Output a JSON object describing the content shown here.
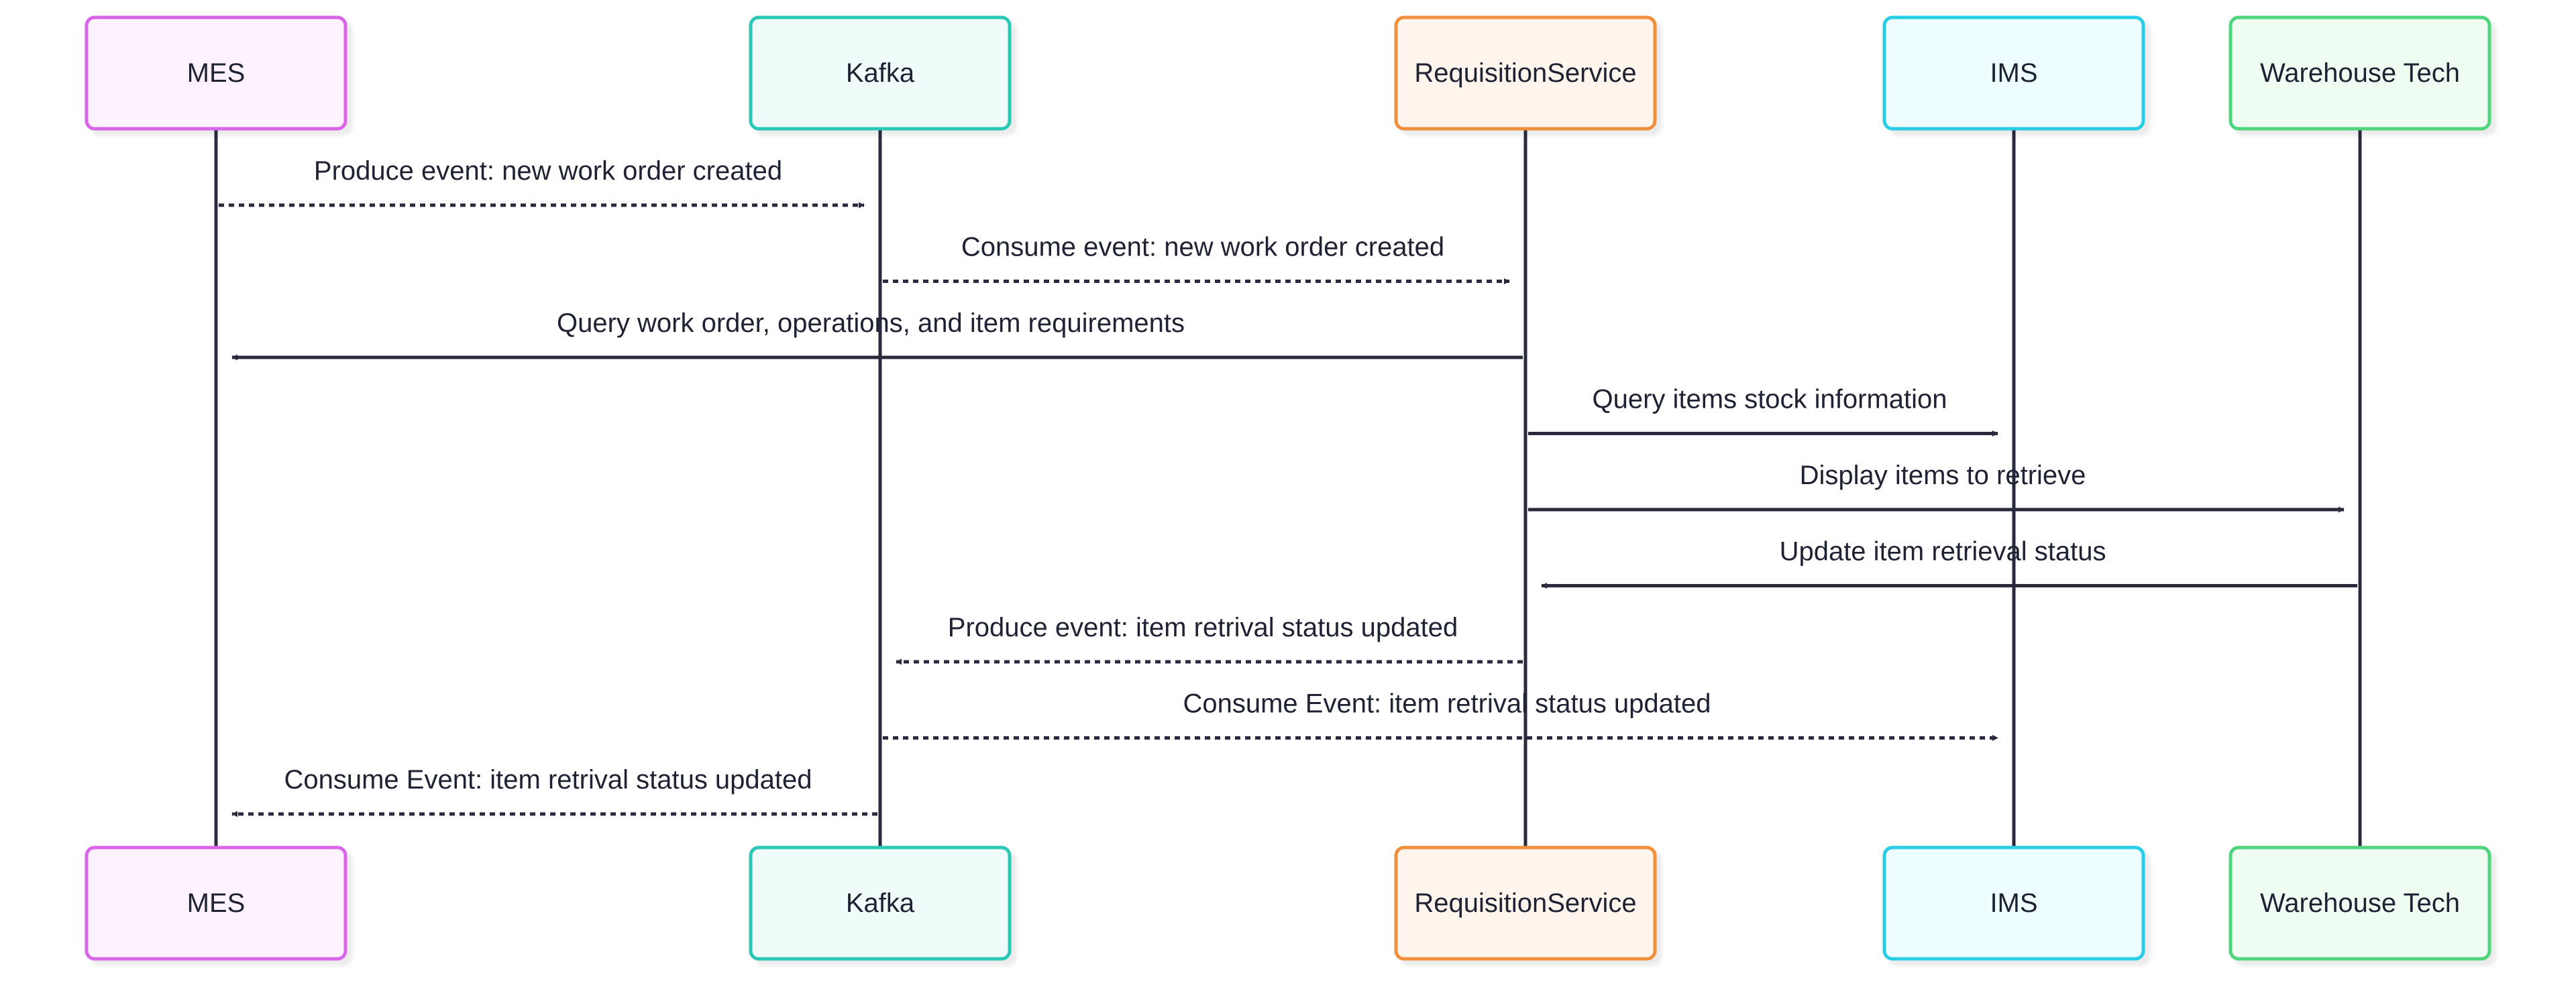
{
  "diagram": {
    "type": "sequence",
    "participants": [
      {
        "id": "mes",
        "label": "MES",
        "stroke": "#d966e8",
        "fill": "#fdf2fe"
      },
      {
        "id": "kafka",
        "label": "Kafka",
        "stroke": "#2cc9b5",
        "fill": "#effcf9"
      },
      {
        "id": "req",
        "label": "RequisitionService",
        "stroke": "#f0903e",
        "fill": "#fff5ec"
      },
      {
        "id": "ims",
        "label": "IMS",
        "stroke": "#29cde6",
        "fill": "#eefdff"
      },
      {
        "id": "tech",
        "label": "Warehouse Tech",
        "stroke": "#4fd67c",
        "fill": "#effcf2"
      }
    ],
    "messages": [
      {
        "from": "mes",
        "to": "kafka",
        "label": "Produce event: new work order created",
        "style": "dotted"
      },
      {
        "from": "kafka",
        "to": "req",
        "label": "Consume event: new work order created",
        "style": "dotted"
      },
      {
        "from": "req",
        "to": "mes",
        "label": "Query work order, operations, and item requirements",
        "style": "solid"
      },
      {
        "from": "req",
        "to": "ims",
        "label": "Query items stock information",
        "style": "solid"
      },
      {
        "from": "req",
        "to": "tech",
        "label": "Display items to retrieve",
        "style": "solid"
      },
      {
        "from": "tech",
        "to": "req",
        "label": "Update item retrieval status",
        "style": "solid"
      },
      {
        "from": "req",
        "to": "kafka",
        "label": "Produce event: item retrival status updated",
        "style": "dotted"
      },
      {
        "from": "kafka",
        "to": "ims",
        "label": "Consume Event: item retrival status updated",
        "style": "dotted"
      },
      {
        "from": "kafka",
        "to": "mes",
        "label": "Consume Event: item retrival status updated",
        "style": "dotted"
      }
    ],
    "line_color": "#2a2a3e"
  }
}
